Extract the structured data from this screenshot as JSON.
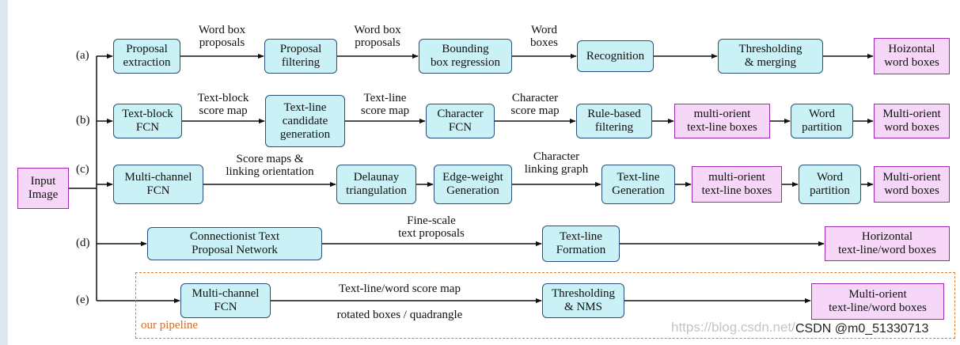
{
  "input_node": "Input\nImage",
  "rows": [
    {
      "id": "(a)",
      "nodes": [
        "Proposal\nextraction",
        "Proposal\nfiltering",
        "Bounding\nbox regression",
        "Recognition",
        "Thresholding\n& merging"
      ],
      "output": "Hoizontal\nword boxes",
      "edge_labels": [
        "Word box\nproposals",
        "Word box\nproposals",
        "Word\nboxes"
      ]
    },
    {
      "id": "(b)",
      "nodes": [
        "Text-block\nFCN",
        "Text-line\ncandidate\ngeneration",
        "Character\nFCN",
        "Rule-based\nfiltering",
        "multi-orient\ntext-line boxes",
        "Word\npartition"
      ],
      "output": "Multi-orient\nword boxes",
      "edge_labels": [
        "Text-block\nscore map",
        "Text-line\nscore map",
        "Character\nscore map"
      ]
    },
    {
      "id": "(c)",
      "nodes": [
        "Multi-channel\nFCN",
        "Delaunay\ntriangulation",
        "Edge-weight\nGeneration",
        "Text-line\nGeneration",
        "multi-orient\ntext-line boxes",
        "Word\npartition"
      ],
      "output": "Multi-orient\nword boxes",
      "edge_labels": [
        "Score maps &\nlinking orientation",
        "Character\nlinking graph"
      ]
    },
    {
      "id": "(d)",
      "nodes": [
        "Connectionist Text\nProposal Network",
        "Text-line\nFormation"
      ],
      "output": "Horizontal\ntext-line/word boxes",
      "edge_labels": [
        "Fine-scale\ntext proposals"
      ]
    },
    {
      "id": "(e)",
      "nodes": [
        "Multi-channel\nFCN",
        "Thresholding\n& NMS"
      ],
      "output": "Multi-orient\ntext-line/word boxes",
      "edge_labels": [
        "Text-line/word score map",
        "rotated boxes / quadrangle"
      ]
    }
  ],
  "pipeline_caption": "our pipeline",
  "watermark": "https://blog.csdn.net/",
  "credit": "CSDN @m0_51330713",
  "colors": {
    "process_fill": "#c9f1f6",
    "process_border": "#2b4f7a",
    "io_fill": "#f6d7f7",
    "io_border": "#9b2bb0",
    "pipeline_dash": "#e07a2e",
    "pipeline_text": "#e06a1a"
  }
}
